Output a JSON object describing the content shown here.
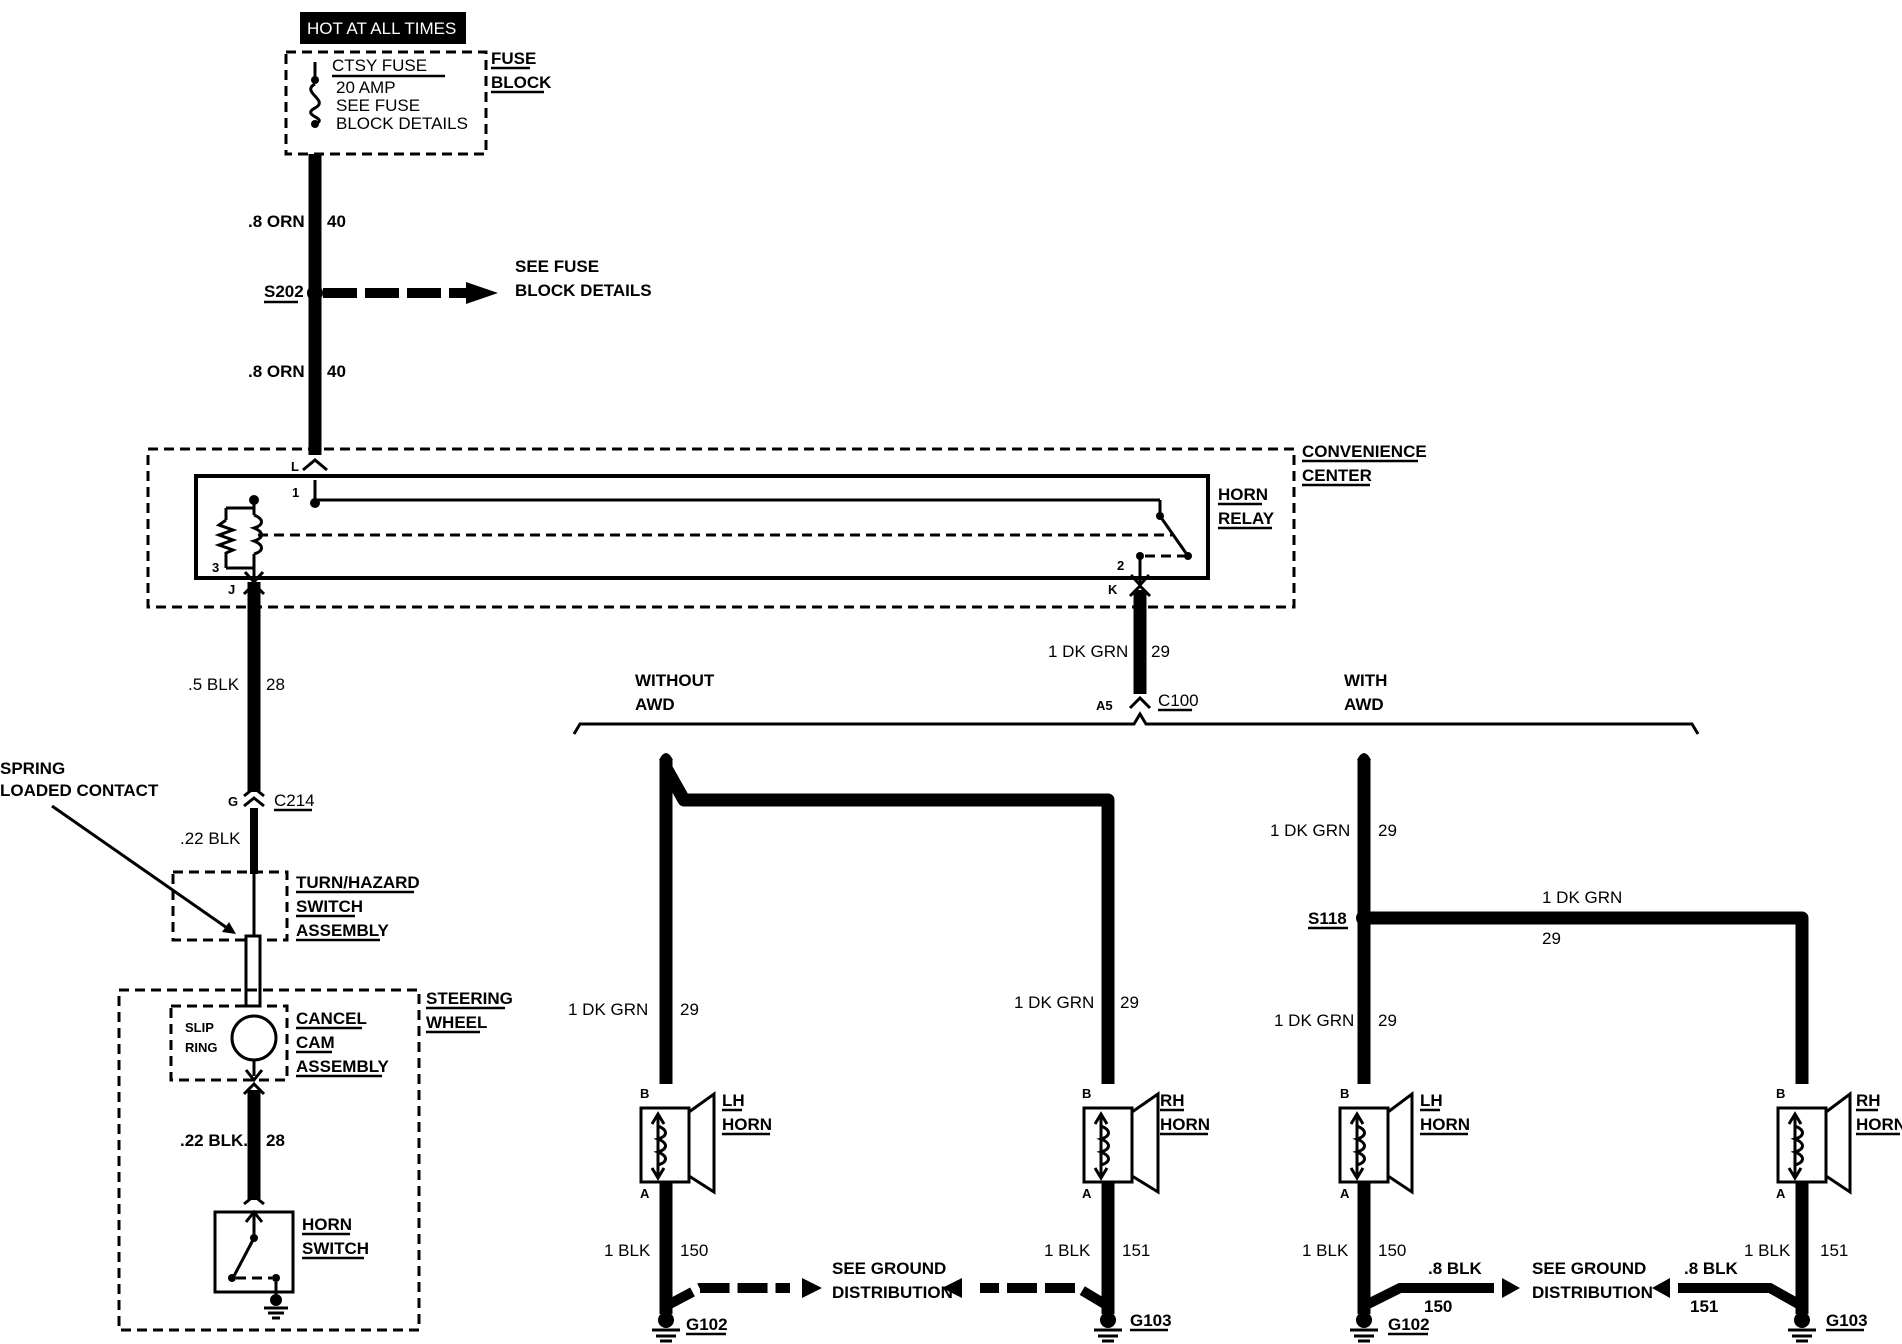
{
  "header": {
    "hot_at_all_times": "HOT AT ALL TIMES"
  },
  "fuse_block": {
    "fuse_name": "CTSY FUSE",
    "rating": "20 AMP",
    "see_line1": "SEE FUSE",
    "see_line2": "BLOCK DETAILS",
    "label_line1": "FUSE",
    "label_line2": "BLOCK"
  },
  "wires": {
    "top_wire_a": ".8 ORN",
    "top_circuit_a": "40",
    "top_wire_b": ".8 ORN",
    "top_circuit_b": "40",
    "splice_s202": "S202",
    "see_fuse_line1": "SEE FUSE",
    "see_fuse_line2": "BLOCK DETAILS",
    "blk_wire": ".5 BLK",
    "blk_circuit": "28",
    "c214_pin": "G",
    "c214": "C214",
    "blk_22": ".22 BLK",
    "blk_22_b": ".22 BLK.",
    "blk_22_b_circuit": "28",
    "dkgrn_main": "1 DK GRN",
    "dkgrn_main_circuit": "29",
    "c100_pin": "A5",
    "c100": "C100"
  },
  "convenience_center": {
    "label_line1": "CONVENIENCE",
    "label_line2": "CENTER",
    "relay_line1": "HORN",
    "relay_line2": "RELAY",
    "pin_L": "L",
    "pin_1": "1",
    "pin_3": "3",
    "pin_J": "J",
    "pin_2": "2",
    "pin_K": "K"
  },
  "steering": {
    "spring_line1": "SPRING",
    "spring_line2": "LOADED CONTACT",
    "turn_line1": "TURN/HAZARD",
    "turn_line2": "SWITCH",
    "turn_line3": "ASSEMBLY",
    "wheel_line1": "STEERING",
    "wheel_line2": "WHEEL",
    "slip_line1": "SLIP",
    "slip_line2": "RING",
    "cancel_line1": "CANCEL",
    "cancel_line2": "CAM",
    "cancel_line3": "ASSEMBLY",
    "horn_sw_line1": "HORN",
    "horn_sw_line2": "SWITCH"
  },
  "without_awd": {
    "label_line1": "WITHOUT",
    "label_line2": "AWD",
    "lh_wire": "1 DK GRN",
    "lh_circuit": "29",
    "rh_wire": "1 DK GRN",
    "rh_circuit": "29",
    "lh_horn_line1": "LH",
    "lh_horn_line2": "HORN",
    "rh_horn_line1": "RH",
    "rh_horn_line2": "HORN",
    "pin_b": "B",
    "pin_a": "A",
    "lh_gnd_wire": "1 BLK",
    "lh_gnd_circuit": "150",
    "rh_gnd_wire": "1 BLK",
    "rh_gnd_circuit": "151",
    "see_ground_line1": "SEE GROUND",
    "see_ground_line2": "DISTRIBUTION",
    "g102": "G102",
    "g103": "G103"
  },
  "with_awd": {
    "label_line1": "WITH",
    "label_line2": "AWD",
    "top_wire": "1 DK GRN",
    "top_circuit": "29",
    "splice_s118": "S118",
    "branch_wire": "1 DK GRN",
    "branch_circuit": "29",
    "lh_wire": "1 DK GRN",
    "lh_circuit": "29",
    "lh_horn_line1": "LH",
    "lh_horn_line2": "HORN",
    "rh_horn_line1": "RH",
    "rh_horn_line2": "HORN",
    "pin_b": "B",
    "pin_a": "A",
    "lh_gnd_wire": "1 BLK",
    "lh_gnd_circuit": "150",
    "lh_gnd_wire2": ".8 BLK",
    "lh_gnd_circuit2": "150",
    "rh_gnd_wire": "1 BLK",
    "rh_gnd_circuit": "151",
    "rh_gnd_wire2": ".8 BLK",
    "rh_gnd_circuit2": "151",
    "see_ground_line1": "SEE GROUND",
    "see_ground_line2": "DISTRIBUTION",
    "g102": "G102",
    "g103": "G103"
  }
}
